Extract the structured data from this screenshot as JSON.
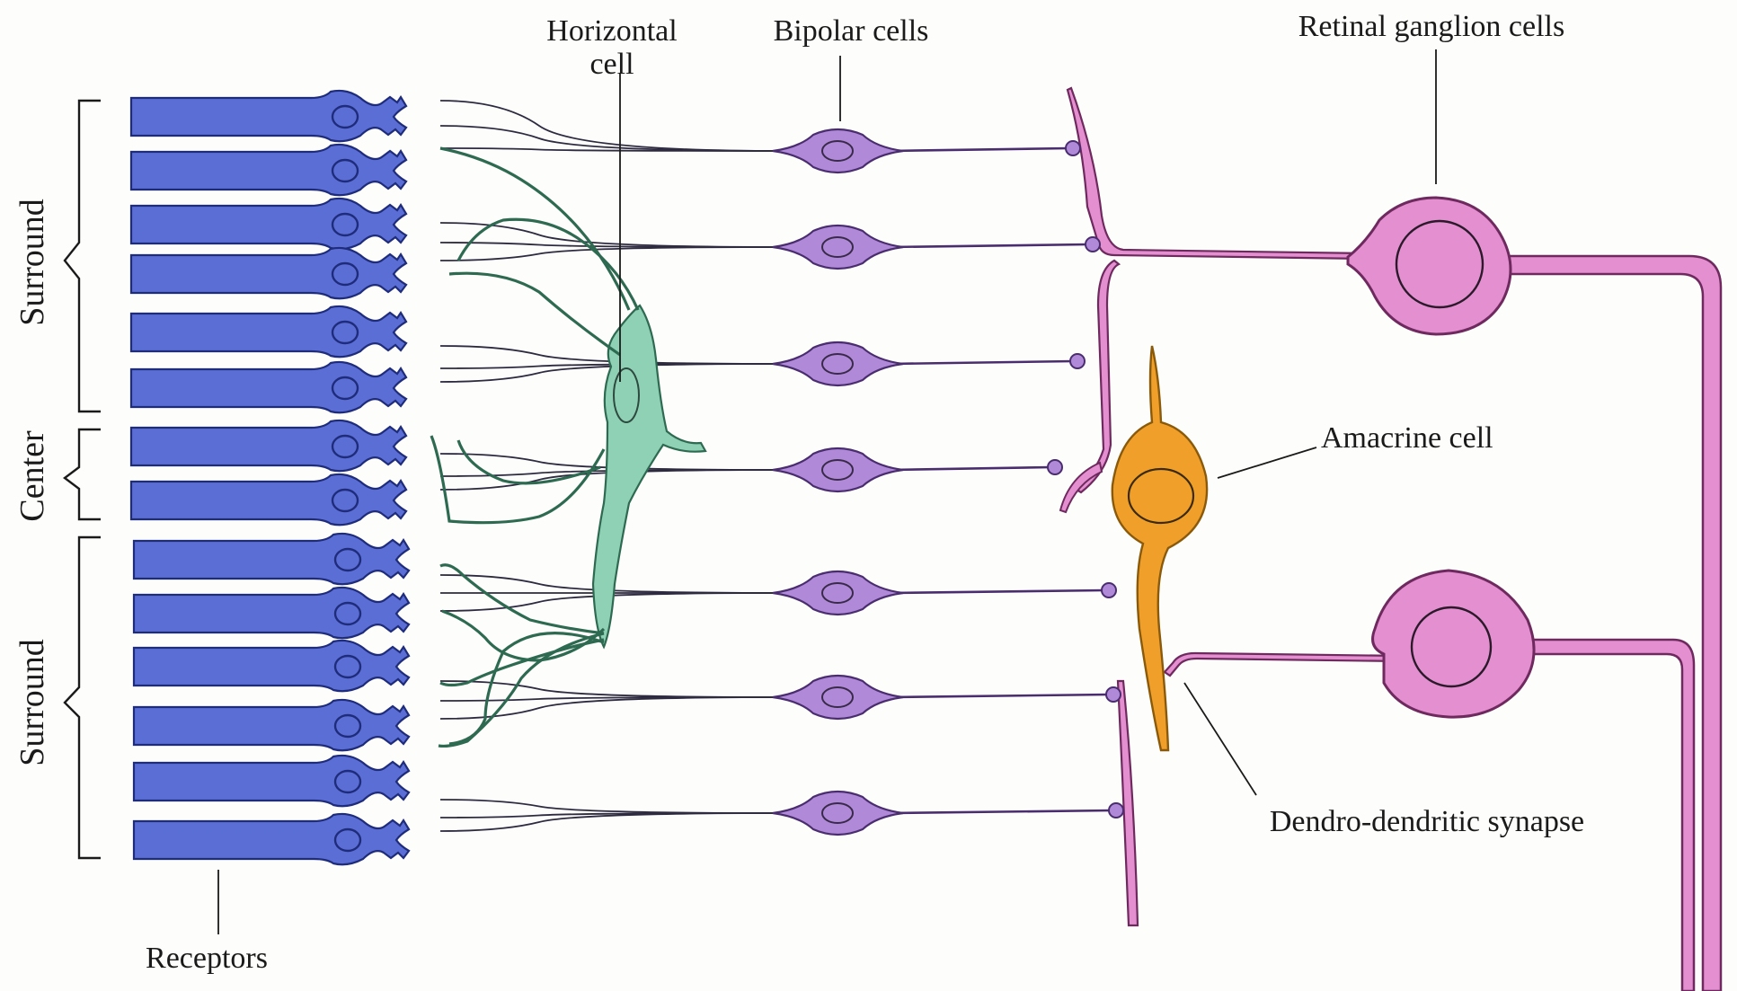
{
  "title": "",
  "labels": {
    "horizontal_cell_line1": "Horizontal",
    "horizontal_cell_line2": "cell",
    "bipolar_cells": "Bipolar cells",
    "retinal_ganglion_cells": "Retinal ganglion cells",
    "amacrine_cell": "Amacrine cell",
    "dendro_dendritic_synapse": "Dendro-dendritic synapse",
    "receptors": "Receptors"
  },
  "brackets": {
    "surround_top": "Surround",
    "center": "Center",
    "surround_bottom": "Surround"
  },
  "colors": {
    "receptor": "#5b6ed6",
    "bipolar": "#b08ad8",
    "horizontal": "#8fd1b4",
    "ganglion": "#e48fd0",
    "amacrine": "#f0a02a"
  },
  "receptor_count": 14,
  "bipolar_count": 7,
  "ganglion_count": 2
}
